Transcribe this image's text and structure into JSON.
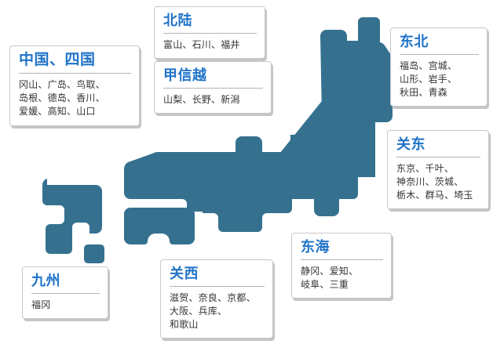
{
  "page": {
    "kind": "japan-regions-map",
    "map_fill_color": "#35718f",
    "title_color": "#2074c8",
    "text_color": "#333333",
    "background_color": "#ffffff",
    "box_border_color": "#c8c8c8"
  },
  "regions": [
    {
      "id": "chugoku-shikoku",
      "title": "中国、四国",
      "prefectures": "冈山、广岛、鸟取、\n岛根、德岛、香川、\n爱媛、高知、山口"
    },
    {
      "id": "hokuriku",
      "title": "北陆",
      "prefectures": "富山、石川、福井"
    },
    {
      "id": "koshinetsu",
      "title": "甲信越",
      "prefectures": "山梨、长野、新潟"
    },
    {
      "id": "tohoku",
      "title": "东北",
      "prefectures": "福岛、宫城、\n山形、岩手、\n秋田、青森"
    },
    {
      "id": "kanto",
      "title": "关东",
      "prefectures": "东京、千叶、\n神奈川、茨城、\n栃木、群马、埼玉"
    },
    {
      "id": "tokai",
      "title": "东海",
      "prefectures": "静冈、爱知、\n岐阜、三重"
    },
    {
      "id": "kansai",
      "title": "关西",
      "prefectures": "滋贺、奈良、京都、\n大阪、兵库、\n和歌山"
    },
    {
      "id": "kyushu",
      "title": "九州",
      "prefectures": "福冈"
    }
  ]
}
